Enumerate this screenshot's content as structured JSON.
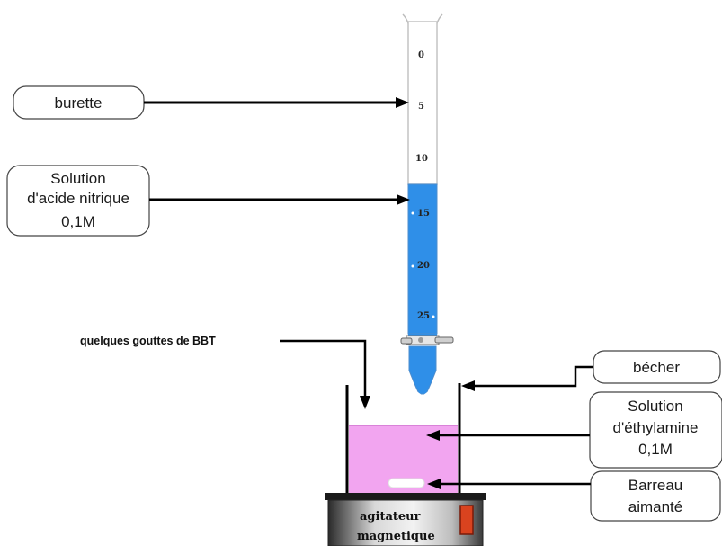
{
  "labels": {
    "burette": "burette",
    "acid_line1": "Solution",
    "acid_line2": "d'acide nitrique",
    "acid_line3": "0,1M",
    "bbt": "quelques gouttes de BBT",
    "becher": "bécher",
    "base_line1": "Solution",
    "base_line2": "d'éthylamine",
    "base_line3": "0,1M",
    "bar_line1": "Barreau",
    "bar_line2": "aimanté",
    "stirrer_line1": "agitateur",
    "stirrer_line2": "magnetique"
  },
  "burette_scale": [
    "0",
    "5",
    "10",
    "15",
    "20",
    "25"
  ],
  "colors": {
    "acid_solution": "#2f8fe8",
    "base_solution": "#f2a5f0",
    "indicator_lamp": "#d9431f",
    "arrow": "#000000"
  }
}
